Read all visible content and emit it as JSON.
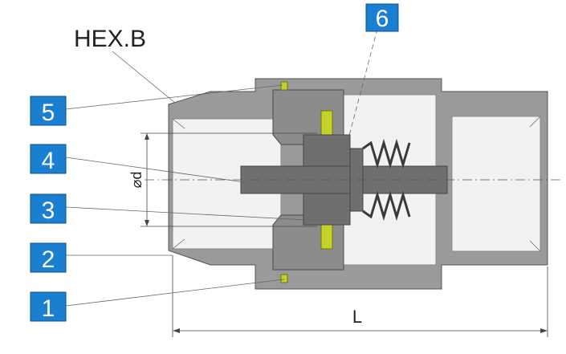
{
  "labels": {
    "hex": "HEX.B",
    "diameter": "⌀d",
    "length": "L"
  },
  "callouts": [
    "1",
    "2",
    "3",
    "4",
    "5",
    "6"
  ],
  "colors": {
    "callout_box": "#1a7fd0",
    "body": "#9a9a9a",
    "seal": "#c6d22a",
    "stem": "#6f6f6f"
  }
}
